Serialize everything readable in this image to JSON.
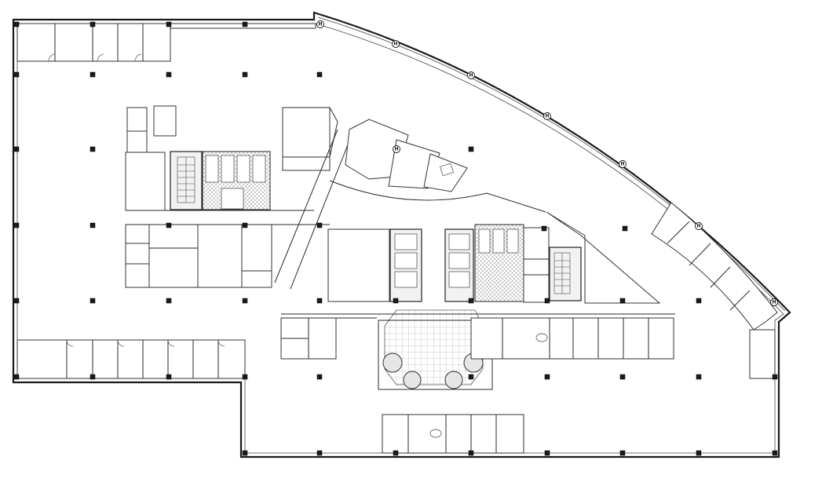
{
  "drawing": {
    "type": "architectural-floor-plan",
    "colors": {
      "line": "#1a1a1a",
      "background": "#ffffff",
      "core_fill": "#f2f2f2"
    },
    "markers": [
      {
        "label": "H"
      },
      {
        "label": "H"
      },
      {
        "label": "H"
      },
      {
        "label": "H"
      },
      {
        "label": "H"
      },
      {
        "label": "H"
      },
      {
        "label": "H"
      },
      {
        "label": "H"
      }
    ],
    "icons": [
      "column-marker",
      "door-swing",
      "stair",
      "elevator",
      "restroom-fixture",
      "revolving-door"
    ]
  }
}
